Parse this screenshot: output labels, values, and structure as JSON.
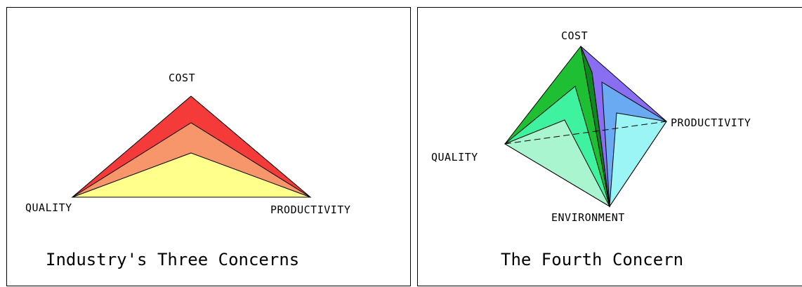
{
  "left_panel": {
    "labels": {
      "cost": "COST",
      "quality": "QUALITY",
      "productivity": "PRODUCTIVITY"
    },
    "caption": "Industry's Three Concerns",
    "colors": {
      "outer": "#f53a3a",
      "middle": "#f7966a",
      "inner": "#ffff8c"
    }
  },
  "right_panel": {
    "labels": {
      "cost": "COST",
      "quality": "QUALITY",
      "productivity": "PRODUCTIVITY",
      "environment": "ENVIRONMENT"
    },
    "caption": "The Fourth Concern",
    "colors": {
      "left_outer": "#1fbf33",
      "left_inner": "#3ff2a0",
      "left_front": "#a8f5d0",
      "dark_spine": "#0b8a1e",
      "right_outer": "#8a6ef2",
      "right_mid": "#6aaaf2",
      "right_inner": "#9cf5f5"
    }
  }
}
